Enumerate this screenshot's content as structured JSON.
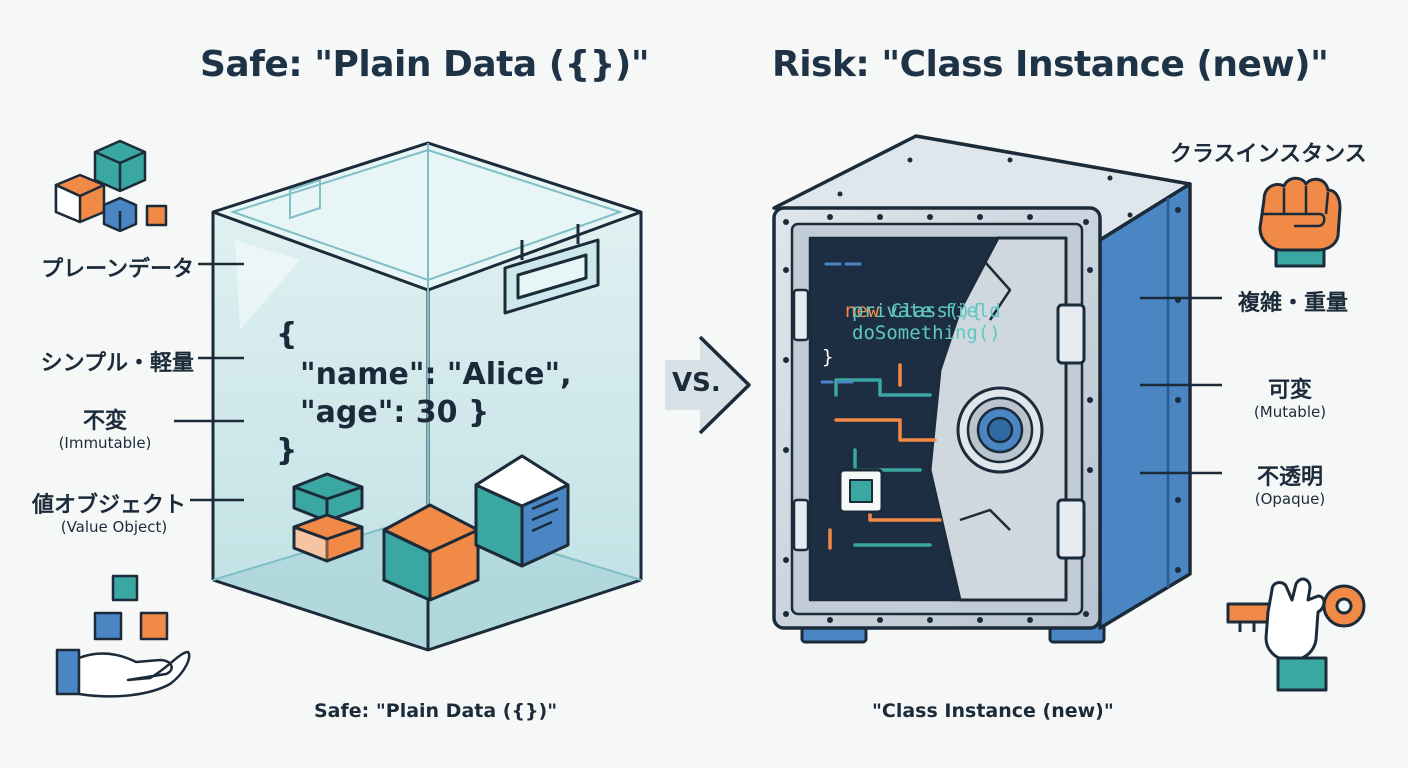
{
  "titles": {
    "left": "Safe: \"Plain Data ({})\"",
    "right": "Risk: \"Class Instance (new)\""
  },
  "left_labels": [
    {
      "main": "プレーンデータ",
      "sub": ""
    },
    {
      "main": "シンプル・軽量",
      "sub": ""
    },
    {
      "main": "不変",
      "sub": "(Immutable)"
    },
    {
      "main": "値オブジェクト",
      "sub": "(Value Object)"
    }
  ],
  "right_labels": {
    "heading": "クラスインスタンス",
    "items": [
      {
        "main": "複雑・重量",
        "sub": ""
      },
      {
        "main": "可変",
        "sub": "(Mutable)"
      },
      {
        "main": "不透明",
        "sub": "(Opaque)"
      }
    ]
  },
  "json_code": {
    "line1": "{",
    "line2": "\"name\": \"Alice\",",
    "line3": "\"age\": 30 }",
    "line4": "}"
  },
  "class_code": {
    "kw_new": "new",
    "class_call": "Class(){",
    "line2": "private field",
    "line3": "doSomething()",
    "line4": "}"
  },
  "vs_label": "VS.",
  "captions": {
    "left": "Safe: \"Plain Data ({})\"",
    "right": "\"Class Instance (new)\""
  },
  "colors": {
    "teal": "#3aa7a3",
    "orange": "#f08a46",
    "blue": "#4a86c4",
    "navy": "#1c2b3a",
    "glass": "#cde8ea",
    "steel": "#c9d3dc"
  }
}
